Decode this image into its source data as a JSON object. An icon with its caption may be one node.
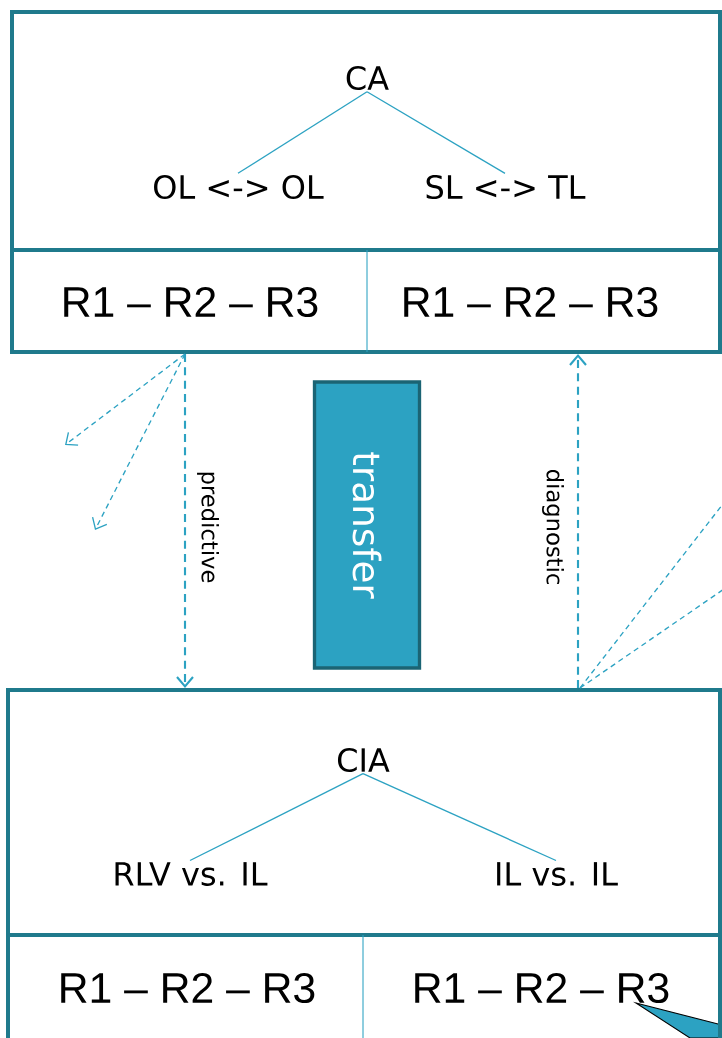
{
  "diagram": {
    "nodes": [
      {
        "text": [],
        "shape": "box"
      },
      {
        "text": [
          "CA"
        ],
        "in": 0
      },
      {
        "text": [
          "OL <-> OL"
        ],
        "in": 0
      },
      {
        "text": [
          "SL <-> TL"
        ],
        "in": 0
      },
      {
        "text": [
          "R1 – R2 – R3"
        ],
        "in": 0
      },
      {
        "text": [
          "R1 – R2 – R3"
        ],
        "in": 0
      },
      {
        "text": [
          "transfer"
        ]
      },
      {
        "text": [],
        "shape": "box"
      },
      {
        "text": [
          "CIA"
        ],
        "in": 7
      },
      {
        "text": [
          "RLV vs. IL"
        ],
        "in": 7
      },
      {
        "text": [
          "IL vs. IL"
        ],
        "in": 7
      },
      {
        "text": [
          "R1 – R2 – R3"
        ],
        "in": 7
      },
      {
        "text": [
          "R1 – R2 – R3"
        ],
        "in": 7
      }
    ],
    "edges": [
      {
        "from": 1,
        "to": 2,
        "arrow": "none"
      },
      {
        "from": 1,
        "to": 3,
        "arrow": "none"
      },
      {
        "from": 8,
        "to": 9,
        "arrow": "none"
      },
      {
        "from": 8,
        "to": 10,
        "arrow": "none"
      },
      {
        "from": 0,
        "to": 7,
        "arrow": "to",
        "label": "predictive",
        "style": "dashed"
      },
      {
        "from": 7,
        "to": 0,
        "arrow": "to",
        "label": "diagnostic",
        "style": "dashed"
      },
      {
        "from": 0,
        "to": null,
        "arrow": "to",
        "style": "dashed"
      },
      {
        "from": 0,
        "to": null,
        "arrow": "to",
        "style": "dashed"
      },
      {
        "from": 7,
        "to": null,
        "arrow": "none",
        "style": "dashed"
      },
      {
        "from": 7,
        "to": null,
        "arrow": "none",
        "style": "dashed"
      }
    ]
  }
}
